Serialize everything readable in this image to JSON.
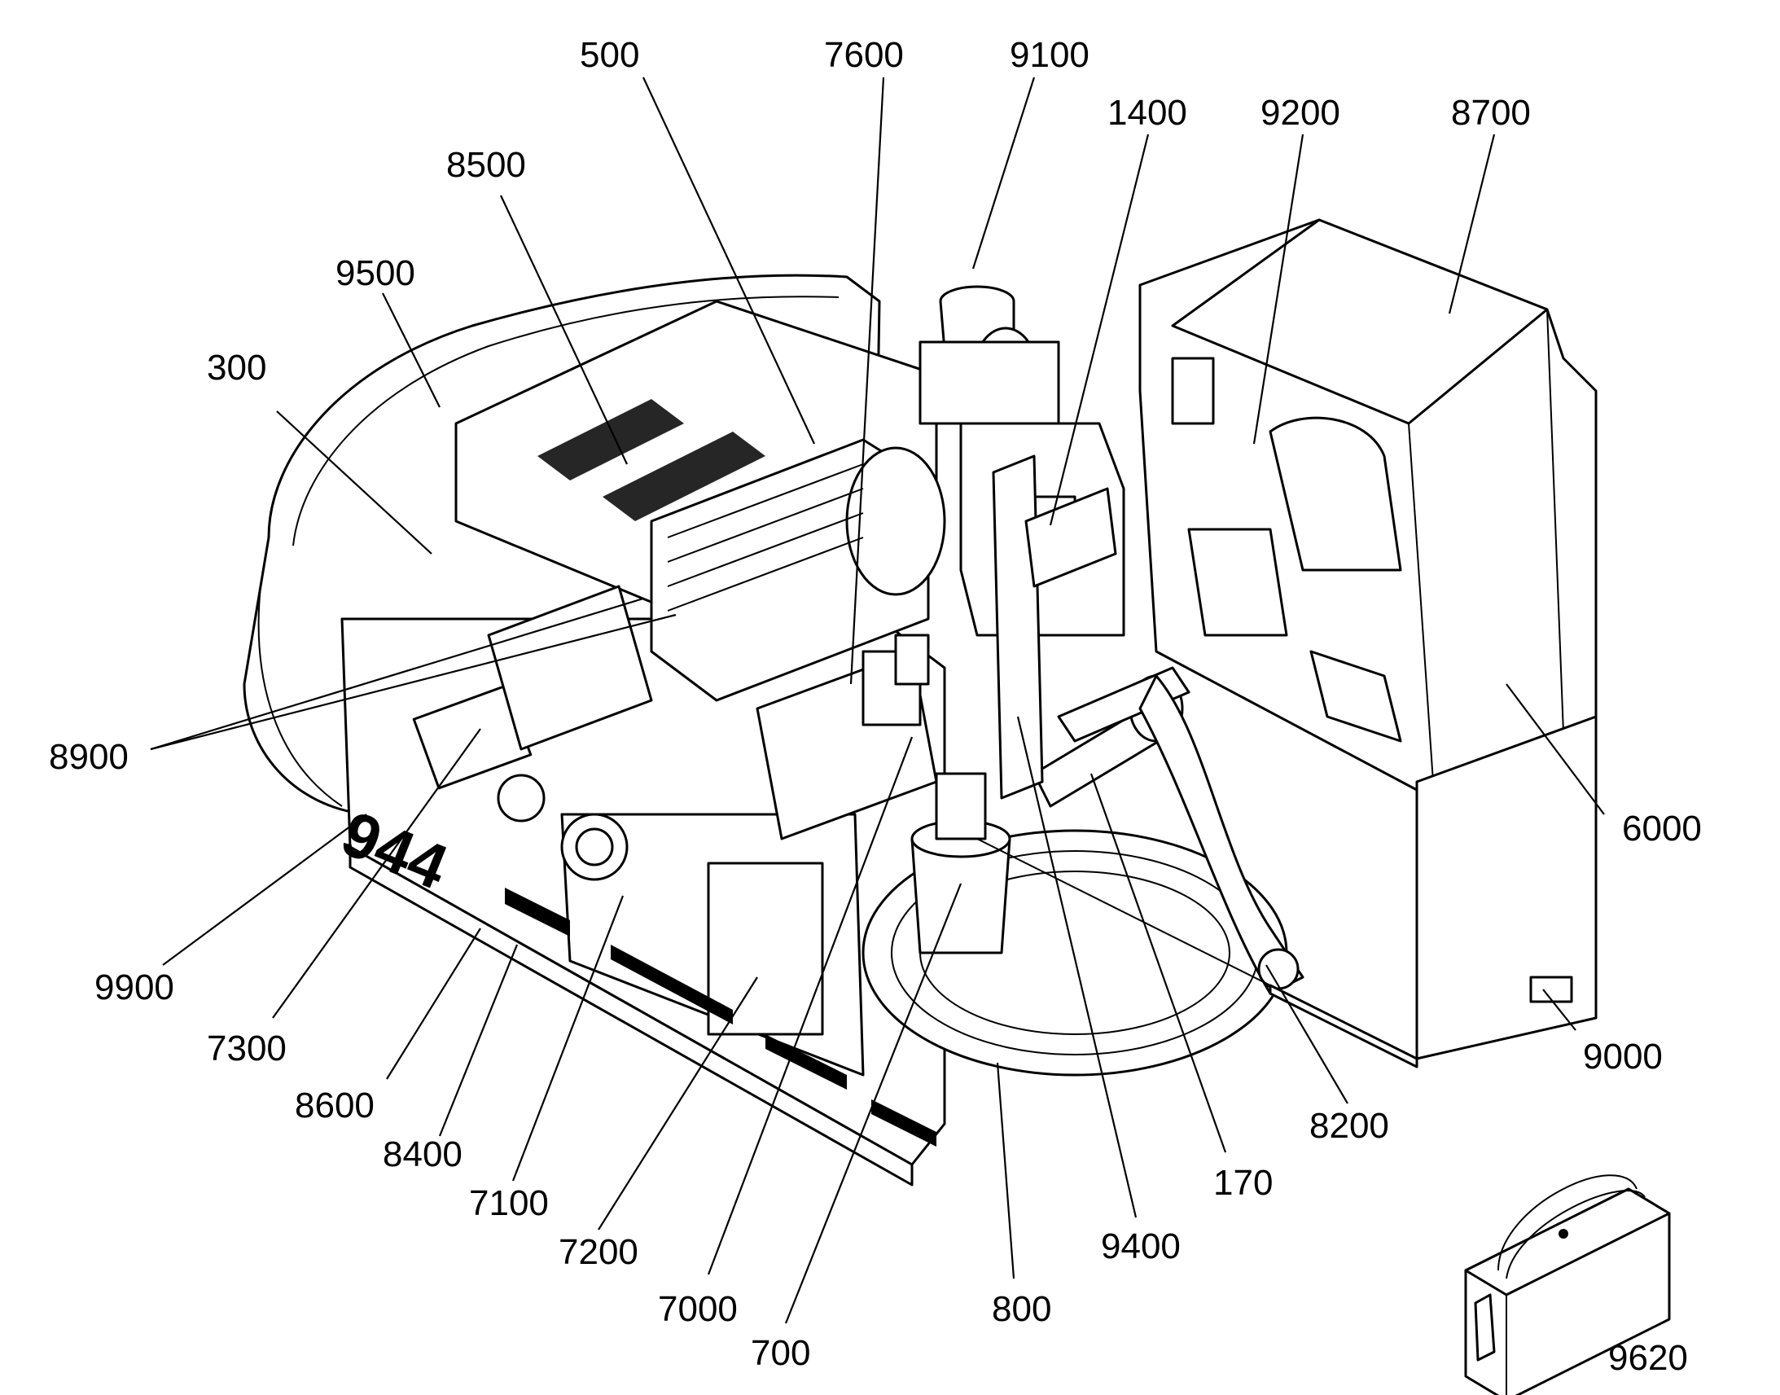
{
  "model_marking": "944",
  "callouts": [
    {
      "id": "c500",
      "label": "500"
    },
    {
      "id": "c7600",
      "label": "7600"
    },
    {
      "id": "c9100",
      "label": "9100"
    },
    {
      "id": "c1400",
      "label": "1400"
    },
    {
      "id": "c9200",
      "label": "9200"
    },
    {
      "id": "c8700",
      "label": "8700"
    },
    {
      "id": "c8500",
      "label": "8500"
    },
    {
      "id": "c9500",
      "label": "9500"
    },
    {
      "id": "c300",
      "label": "300"
    },
    {
      "id": "c8900",
      "label": "8900"
    },
    {
      "id": "c6000",
      "label": "6000"
    },
    {
      "id": "c9900",
      "label": "9900"
    },
    {
      "id": "c7300",
      "label": "7300"
    },
    {
      "id": "c8600",
      "label": "8600"
    },
    {
      "id": "c8400",
      "label": "8400"
    },
    {
      "id": "c7100",
      "label": "7100"
    },
    {
      "id": "c7200",
      "label": "7200"
    },
    {
      "id": "c7000",
      "label": "7000"
    },
    {
      "id": "c700",
      "label": "700"
    },
    {
      "id": "c800",
      "label": "800"
    },
    {
      "id": "c9400",
      "label": "9400"
    },
    {
      "id": "c170",
      "label": "170"
    },
    {
      "id": "c8200",
      "label": "8200"
    },
    {
      "id": "c9000",
      "label": "9000"
    },
    {
      "id": "c9620",
      "label": "9620"
    }
  ],
  "colors": {
    "line": "#000000",
    "background": "#ffffff"
  }
}
